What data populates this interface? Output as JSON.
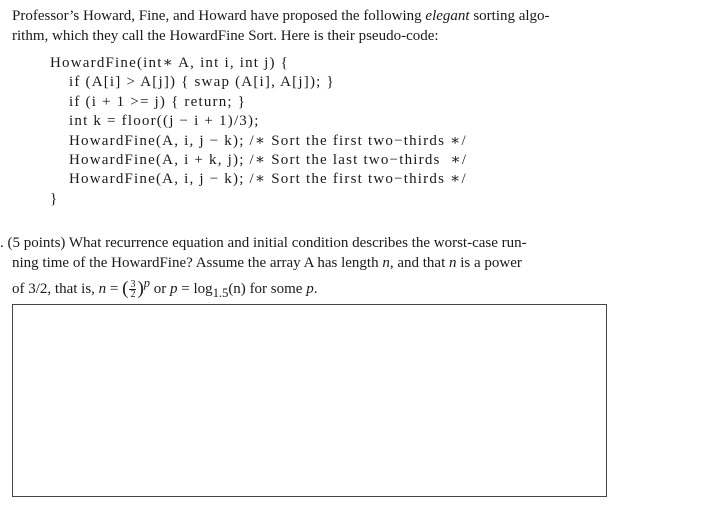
{
  "intro": {
    "before_em": "Professor’s Howard, Fine, and Howard have proposed the following ",
    "em": "elegant",
    "after_em_line1": " sorting algo-",
    "line2": "rithm, which they call the HowardFine Sort. Here is their pseudo-code:"
  },
  "code": {
    "lines": [
      "HowardFine(int∗ A, int i, int j) {",
      "if (A[i] > A[j]) { swap (A[i], A[j]); }",
      "if (i + 1 >= j) { return; }",
      "int k = floor((j − i + 1)/3);",
      "HowardFine(A, i, j − k); /∗ Sort the first two−thirds ∗/",
      "HowardFine(A, i + k, j); /∗ Sort the last two−thirds  ∗/",
      "HowardFine(A, i, j − k); /∗ Sort the first two−thirds ∗/",
      "}"
    ]
  },
  "question": {
    "line1": ". (5 points) What recurrence equation and initial condition describes the worst-case run-",
    "line2_before_n": "ning time of the HowardFine? Assume the array A has length ",
    "var_n": "n",
    "line2_mid": ", and that ",
    "line2_after": " is a power",
    "line3_before": "of 3/2, that is, ",
    "eq": " = ",
    "frac_num": "3",
    "frac_den": "2",
    "sup_p": "p",
    "or": " or ",
    "var_p": "p",
    "log_text": " = log",
    "log_base": "1.5",
    "log_arg": "(n)",
    "tail": " for some "
  }
}
